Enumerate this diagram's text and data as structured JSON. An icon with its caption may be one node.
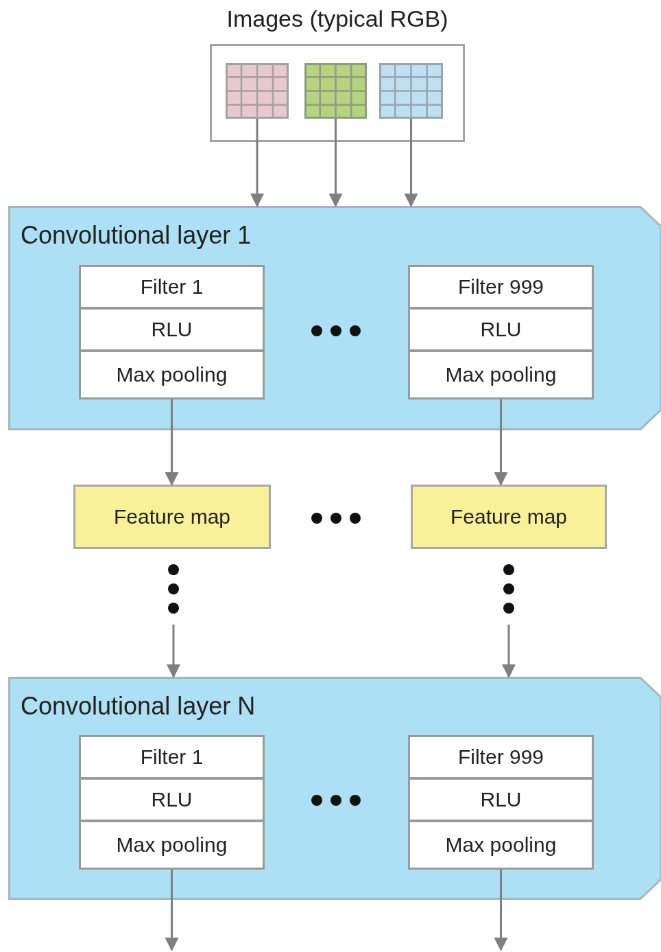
{
  "diagram": {
    "nodes": [
      {
        "text": [
          "Images (typical RGB)"
        ]
      },
      {
        "text": [],
        "shape": "box",
        "in": 0
      },
      {
        "text": [],
        "shape": "box",
        "in": 0
      },
      {
        "text": [],
        "shape": "box",
        "in": 0
      },
      {
        "text": [
          "Convolutional layer 1"
        ]
      },
      {
        "text": [
          "Filter 1"
        ],
        "in": 4
      },
      {
        "text": [
          "RLU"
        ],
        "in": 4
      },
      {
        "text": [
          "Max pooling"
        ],
        "in": 4
      },
      {
        "text": [
          "Filter 999"
        ],
        "in": 4
      },
      {
        "text": [
          "RLU"
        ],
        "in": 4
      },
      {
        "text": [
          "Max pooling"
        ],
        "in": 4
      },
      {
        "text": [
          "Feature map"
        ]
      },
      {
        "text": [
          "Feature map"
        ]
      },
      {
        "text": [
          "Convolutional layer N"
        ]
      },
      {
        "text": [
          "Filter 1"
        ],
        "in": 13
      },
      {
        "text": [
          "RLU"
        ],
        "in": 13
      },
      {
        "text": [
          "Max pooling"
        ],
        "in": 13
      },
      {
        "text": [
          "Filter 999"
        ],
        "in": 13
      },
      {
        "text": [
          "RLU"
        ],
        "in": 13
      },
      {
        "text": [
          "Max pooling"
        ],
        "in": 13
      }
    ],
    "edges": [
      {
        "from": 1,
        "to": 4,
        "arrow": "to"
      },
      {
        "from": 2,
        "to": 4,
        "arrow": "to"
      },
      {
        "from": 3,
        "to": 4,
        "arrow": "to"
      },
      {
        "from": 7,
        "to": 11,
        "arrow": "to"
      },
      {
        "from": 10,
        "to": 12,
        "arrow": "to"
      },
      {
        "from": null,
        "to": 13,
        "arrow": "to"
      },
      {
        "from": null,
        "to": 13,
        "arrow": "to"
      },
      {
        "from": 16,
        "to": null,
        "arrow": "to"
      },
      {
        "from": 19,
        "to": null,
        "arrow": "to"
      }
    ]
  }
}
